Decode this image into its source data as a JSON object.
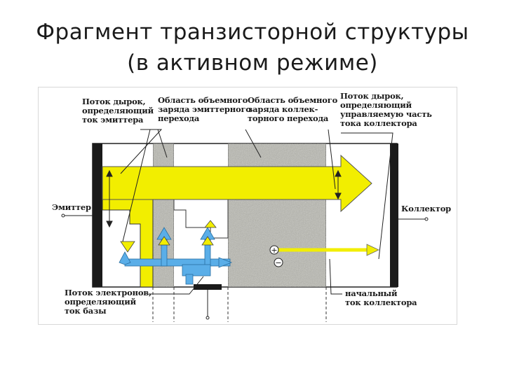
{
  "title": {
    "line1": "Фрагмент  транзисторной  структуры",
    "line2": "(в  активном режиме)"
  },
  "labels": {
    "hole_flow_emitter": "Поток дырок,\nопределяющий\nток эмиттера",
    "emitter_junction_region": "Область объемного\nзаряда эмиттерного\nперехода",
    "collector_junction_region": "Область объемного\nзаряда коллек-\nторного перехода",
    "hole_flow_collector": "Поток дырок,\nопределяющий\nуправляемую часть\nтока коллектора",
    "emitter": "Эмиттер",
    "collector": "Коллектор",
    "electron_flow_base": "Поток электронов,\nопределяющий\nток базы",
    "initial_collector_current": "начальный\nток коллектора",
    "plus_sign": "+",
    "minus_sign": "−"
  },
  "colors": {
    "hole_flow": "#f2ee00",
    "electron_flow": "#5aaee8",
    "depletion_region": "#b8b8b0",
    "contact": "#1a1a1a"
  }
}
